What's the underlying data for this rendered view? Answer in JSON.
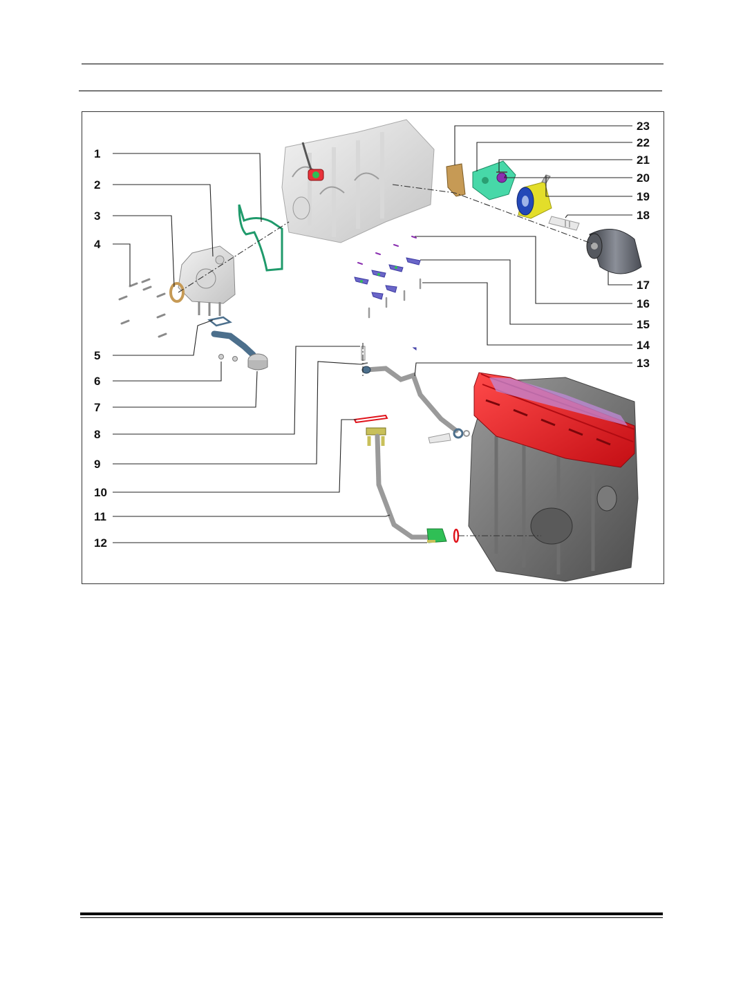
{
  "colors": {
    "block_grey": "#b9b9b9",
    "head_red": "#e0141c",
    "gasket_green": "#1f9a6b",
    "seal_tan": "#c69a55",
    "bracket_mint": "#47d8a8",
    "cooler_yellow": "#e3de2a",
    "cooler_blue": "#2348b8",
    "jet_blue": "#6a66c8",
    "pipe_blue": "#4c6f8c",
    "valve_purple": "#8a2fb0"
  },
  "callouts": [
    {
      "id": "1",
      "label": "1"
    },
    {
      "id": "2",
      "label": "2"
    },
    {
      "id": "3",
      "label": "3"
    },
    {
      "id": "4",
      "label": "4"
    },
    {
      "id": "5",
      "label": "5"
    },
    {
      "id": "6",
      "label": "6"
    },
    {
      "id": "7",
      "label": "7"
    },
    {
      "id": "8",
      "label": "8"
    },
    {
      "id": "9",
      "label": "9"
    },
    {
      "id": "10",
      "label": "10"
    },
    {
      "id": "11",
      "label": "11"
    },
    {
      "id": "12",
      "label": "12"
    },
    {
      "id": "13",
      "label": "13"
    },
    {
      "id": "14",
      "label": "14"
    },
    {
      "id": "15",
      "label": "15"
    },
    {
      "id": "16",
      "label": "16"
    },
    {
      "id": "17",
      "label": "17"
    },
    {
      "id": "18",
      "label": "18"
    },
    {
      "id": "19",
      "label": "19"
    },
    {
      "id": "20",
      "label": "20"
    },
    {
      "id": "21",
      "label": "21"
    },
    {
      "id": "22",
      "label": "22"
    },
    {
      "id": "23",
      "label": "23"
    }
  ]
}
